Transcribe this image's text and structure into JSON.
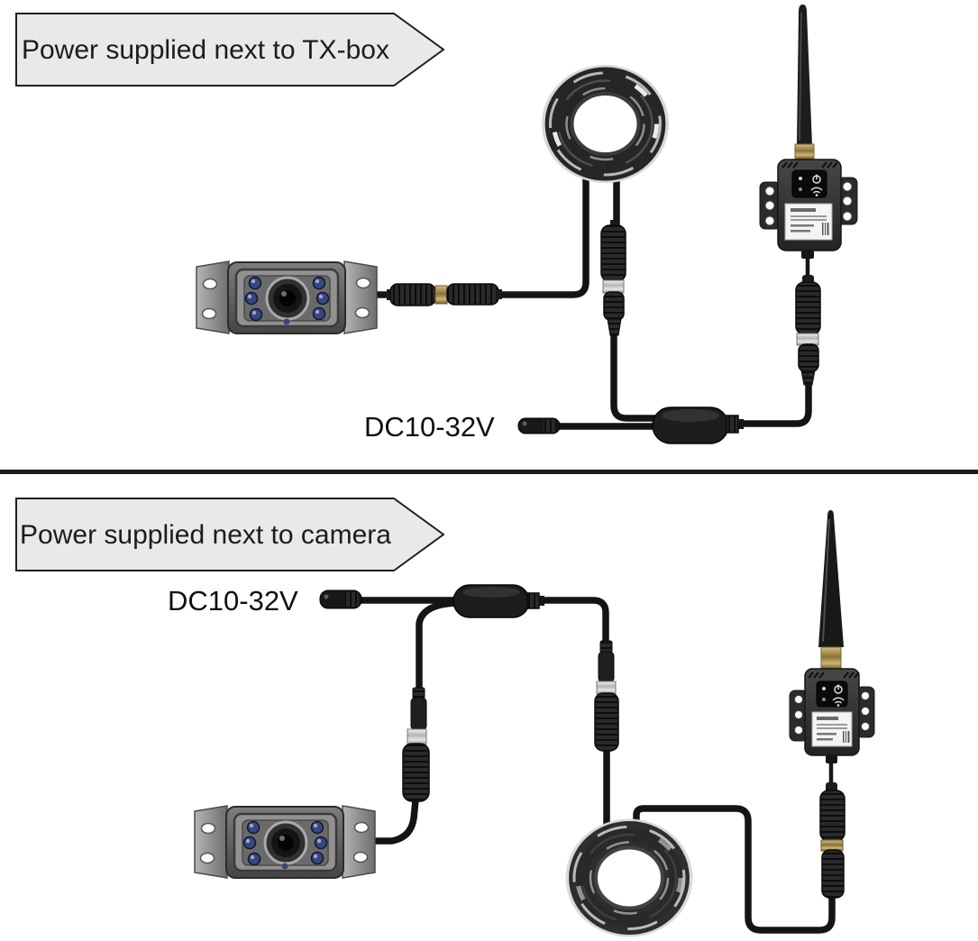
{
  "top_diagram": {
    "banner_label": "Power supplied next to TX-box",
    "voltage_label": "DC10-32V",
    "components": [
      "rear-camera",
      "extension-connector",
      "cable-coil",
      "barrel-connector",
      "power-splitter",
      "dc-power-plug",
      "wireless-transmitter",
      "antenna"
    ]
  },
  "bottom_diagram": {
    "banner_label": "Power supplied next to camera",
    "voltage_label": "DC10-32V",
    "components": [
      "dc-power-plug",
      "power-splitter",
      "barrel-connector",
      "rear-camera",
      "cable-coil",
      "wireless-transmitter",
      "antenna"
    ]
  },
  "colors": {
    "background": "#ffffff",
    "banner_fill": "#e9e9e9",
    "banner_border": "#1f1f1f",
    "cable_black": "#141414",
    "divider": "#1b1b1b",
    "gold_collar": "#b09250",
    "silver_collar": "#c9c9c9",
    "led_blue": "#38467e",
    "label_white": "#f4f4f4"
  }
}
